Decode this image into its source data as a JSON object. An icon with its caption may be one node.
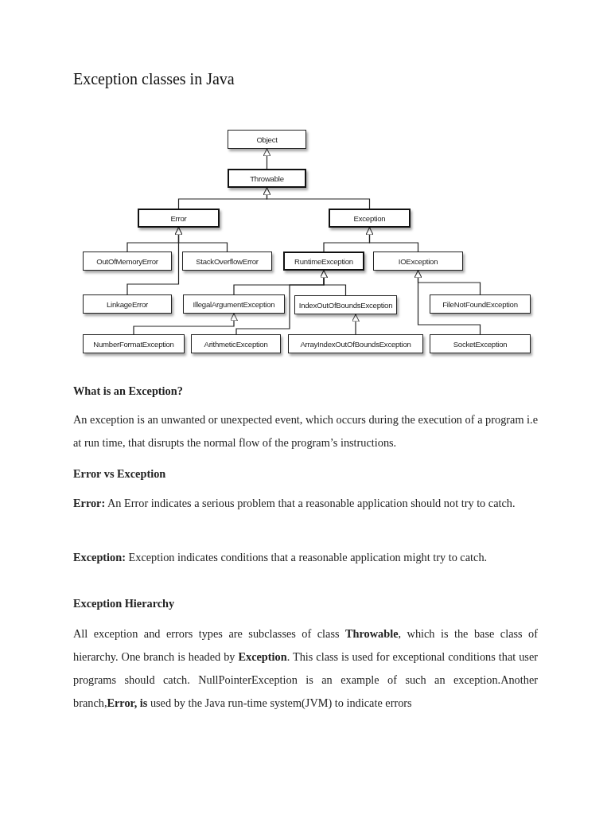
{
  "diagram": {
    "title": "Exception classes in Java",
    "nodes": [
      {
        "text": [
          "Object"
        ]
      },
      {
        "text": [
          "Throwable"
        ]
      },
      {
        "text": [
          "Error"
        ]
      },
      {
        "text": [
          "Exception"
        ]
      },
      {
        "text": [
          "OutOfMemoryError"
        ]
      },
      {
        "text": [
          "StackOverflowError"
        ]
      },
      {
        "text": [
          "RuntimeException"
        ]
      },
      {
        "text": [
          "IOException"
        ]
      },
      {
        "text": [
          "LinkageError"
        ]
      },
      {
        "text": [
          "IllegalArgumentException"
        ]
      },
      {
        "text": [
          "IndexOutOfBoundsException"
        ]
      },
      {
        "text": [
          "FileNotFoundException"
        ]
      },
      {
        "text": [
          "NumberFormatException"
        ]
      },
      {
        "text": [
          "ArithmeticException"
        ]
      },
      {
        "text": [
          "ArrayIndexOutOfBoundsException"
        ]
      },
      {
        "text": [
          "SocketException"
        ]
      }
    ],
    "edges": [
      {
        "from": 1,
        "to": 0,
        "arrow": "to"
      },
      {
        "from": 2,
        "to": 1,
        "arrow": "to"
      },
      {
        "from": 3,
        "to": 1,
        "arrow": "to"
      },
      {
        "from": 4,
        "to": 2,
        "arrow": "to"
      },
      {
        "from": 5,
        "to": 2,
        "arrow": "to"
      },
      {
        "from": 8,
        "to": 2,
        "arrow": "to"
      },
      {
        "from": 6,
        "to": 3,
        "arrow": "to"
      },
      {
        "from": 7,
        "to": 3,
        "arrow": "to"
      },
      {
        "from": 9,
        "to": 6,
        "arrow": "to"
      },
      {
        "from": 10,
        "to": 6,
        "arrow": "to"
      },
      {
        "from": 13,
        "to": 6,
        "arrow": "to"
      },
      {
        "from": 12,
        "to": 9,
        "arrow": "to"
      },
      {
        "from": 14,
        "to": 10,
        "arrow": "to"
      },
      {
        "from": 11,
        "to": 7,
        "arrow": "to"
      },
      {
        "from": 15,
        "to": 7,
        "arrow": "to"
      }
    ],
    "labels": [
      "What is an Exception?",
      "An exception is an unwanted or unexpected event, which occurs during the execution of a program i.e at run time, that disrupts the normal flow of the program’s instructions.",
      "Error vs Exception",
      "**Error:** An Error indicates a serious problem that a reasonable application should not try to catch.",
      "**Exception:** Exception indicates conditions that a reasonable application might try to catch.",
      "Exception Hierarchy",
      "All exception and errors types are subclasses of class **Throwable**, which is the base class of hierarchy. One branch is headed by **Exception**. This class is used for exceptional conditions that user programs should catch. NullPointerException is an example of such an exception.Another branch,**Error, is** used by the Java run-time system(JVM) to indicate errors"
    ]
  }
}
